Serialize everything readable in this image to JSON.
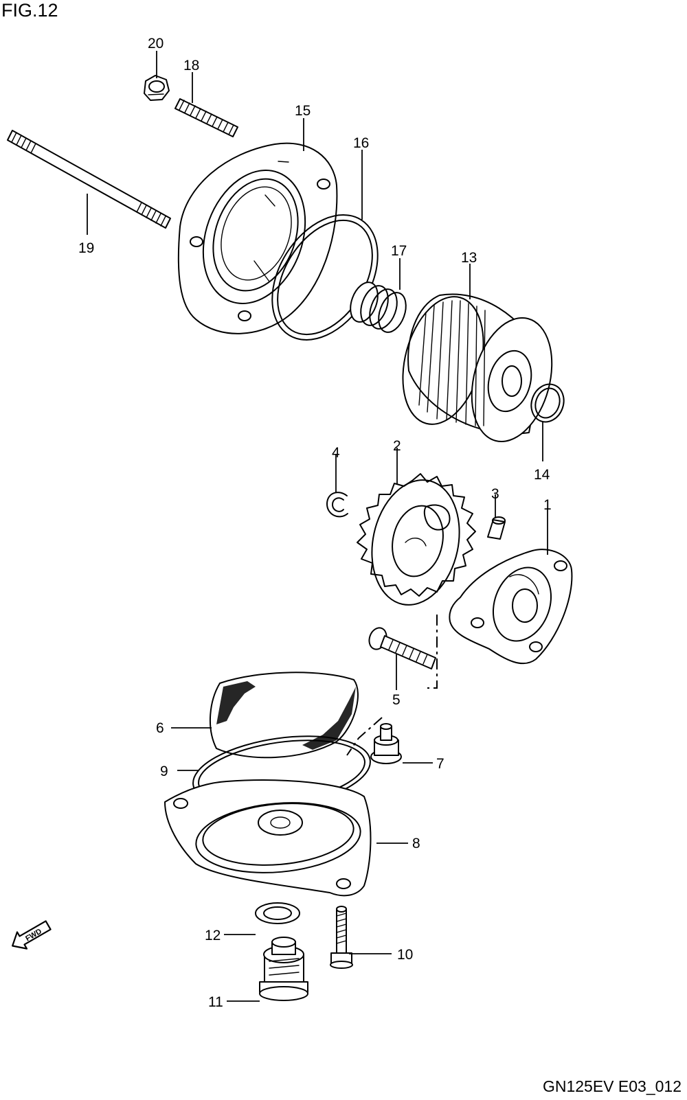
{
  "figure_title": "FIG.12",
  "drawing_code": "GN125EV E03_012",
  "fwd_label": "FWD",
  "callouts": {
    "p1": "1",
    "p2": "2",
    "p3": "3",
    "p4": "4",
    "p5": "5",
    "p6": "6",
    "p7": "7",
    "p8": "8",
    "p9": "9",
    "p10": "10",
    "p11": "11",
    "p12": "12",
    "p13": "13",
    "p14": "14",
    "p15": "15",
    "p16": "16",
    "p17": "17",
    "p18": "18",
    "p19": "19",
    "p20": "20"
  }
}
